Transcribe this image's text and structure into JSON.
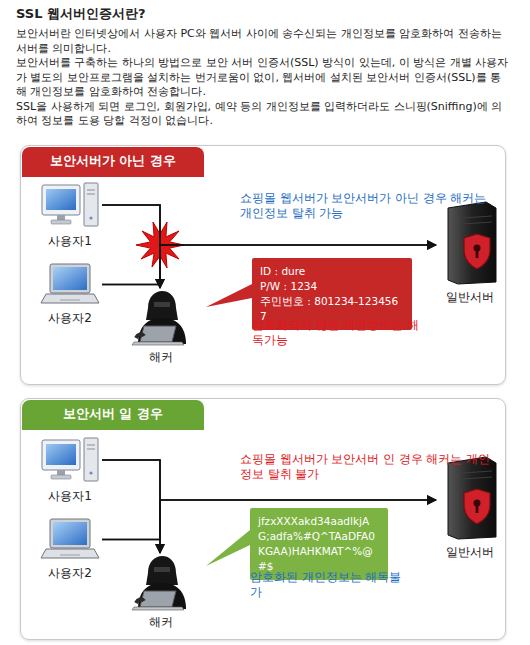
{
  "diagram": {
    "title": "SSL 웹서버인증서란?",
    "nodes": [
      {
        "text": [
          "보안서버가 아닌 경우"
        ]
      },
      {
        "text": [
          "사용자1"
        ],
        "in": 0
      },
      {
        "text": [
          "사용자2"
        ],
        "in": 0
      },
      {
        "text": [
          "해커"
        ],
        "in": 0
      },
      {
        "text": [
          "ID : dure",
          "P/W : 1234",
          "주민번호 : 801234-1234567"
        ],
        "in": 0
      },
      {
        "text": [
          "일반서버"
        ],
        "in": 0
      },
      {
        "text": [
          "보안서버 일 경우"
        ]
      },
      {
        "text": [
          "사용자1"
        ],
        "in": 6
      },
      {
        "text": [
          "사용자2"
        ],
        "in": 6
      },
      {
        "text": [
          "해커"
        ],
        "in": 6
      },
      {
        "text": [
          "jfzxXXXakd34aadlkjAG;adfa%#Q^TAaDFA0KGAA)HAHKMAT^%@#$"
        ],
        "in": 6
      },
      {
        "text": [
          "일반서버"
        ],
        "in": 6
      }
    ],
    "edges": [
      {
        "from": 1,
        "to": 5,
        "arrow": "to"
      },
      {
        "from": 2,
        "to": 5,
        "arrow": "to"
      },
      {
        "from": 1,
        "to": 3,
        "arrow": "to"
      },
      {
        "from": 2,
        "to": 3,
        "arrow": "to"
      },
      {
        "from": 7,
        "to": 11,
        "arrow": "to"
      },
      {
        "from": 8,
        "to": 11,
        "arrow": "to"
      },
      {
        "from": 7,
        "to": 9,
        "arrow": "to"
      },
      {
        "from": 8,
        "to": 9,
        "arrow": "to"
      }
    ],
    "labels": [
      "보안서버란 인터넷상에서 사용자 PC와 웹서버 사이에 송수신되는 개인정보를 암호화하여 전송하는 서버를 의미합니다.",
      "보안서버를 구축하는 하나의 방법으로 보안 서버 인증서(SSL) 방식이 있는데, 이 방식은 개별 사용자가 별도의 보안프로그램을 설치하는 번거로움이 없이, 웹서버에 설치된 보안서버 인증서(SSL)를 통해 개인정보를 암호화하여 전송합니다.",
      "SSL을 사용하게 되면 로그인, 회원가입, 예약 등의 개인정보를 입력하더라도 스니핑(Sniffing)에 의하여 정보를 도용 당할 걱정이 없습니다.",
      "쇼핑몰 웹서버가 보안서버가 아닌 경우 해커는 개인정보 탈취 가능",
      "암호화되지 않은 개인정보는 해독가능",
      "쇼핑몰 웹서버가 보안서버 인 경우 해커는 개인정보 탈취 불가",
      "암호화된 개인정보는 해독불가"
    ]
  }
}
